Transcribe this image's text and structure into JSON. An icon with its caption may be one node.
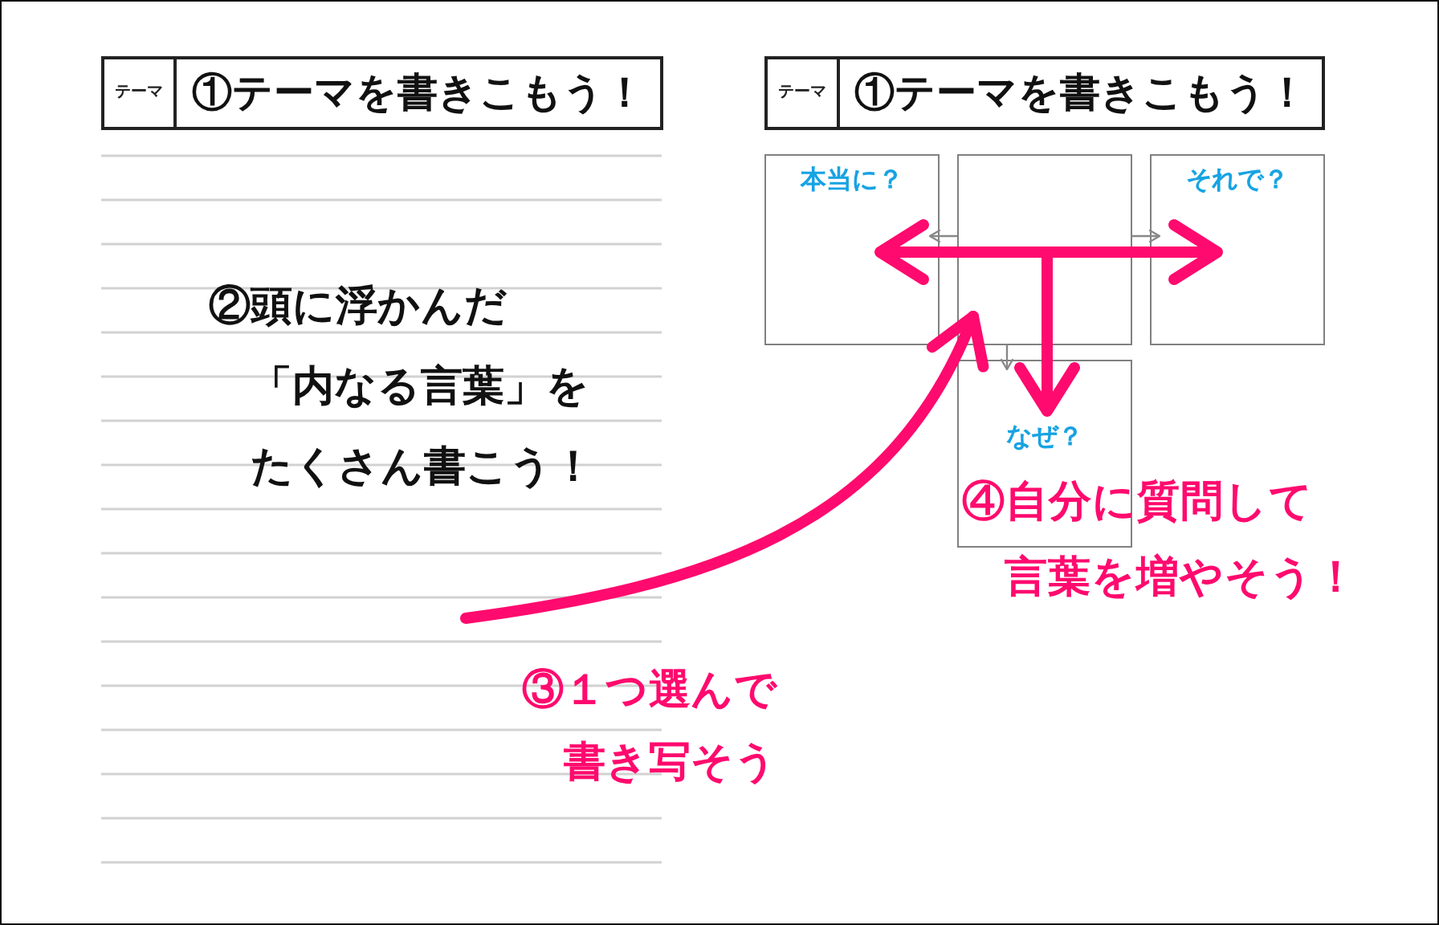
{
  "diagram": {
    "nodes": [
      {
        "text": [
          "テーマ",
          "①テーマを書きこもう！"
        ]
      },
      {
        "text": [
          "テーマ",
          "①テーマを書きこもう！"
        ]
      },
      {
        "text": [
          "本当に？"
        ]
      },
      {
        "text": [],
        "shape": "box"
      },
      {
        "text": [
          "それで？"
        ]
      },
      {
        "text": [
          "なぜ？"
        ]
      }
    ],
    "edges": [
      {
        "from": 3,
        "to": 2,
        "arrow": "to"
      },
      {
        "from": 3,
        "to": 4,
        "arrow": "to"
      },
      {
        "from": 3,
        "to": 5,
        "arrow": "to"
      },
      {
        "from": null,
        "to": 3,
        "arrow": "to"
      },
      {
        "from": 3,
        "to": 2,
        "arrow": "to",
        "color": "#888888"
      },
      {
        "from": 3,
        "to": 4,
        "arrow": "to",
        "color": "#888888"
      },
      {
        "from": 3,
        "to": 5,
        "arrow": "to",
        "color": "#888888"
      }
    ],
    "labels": [
      "②頭に浮かんだ「内なる言葉」をたくさん書こう！",
      "③１つ選んで書き写そう",
      "④自分に質問して言葉を増やそう！"
    ]
  }
}
